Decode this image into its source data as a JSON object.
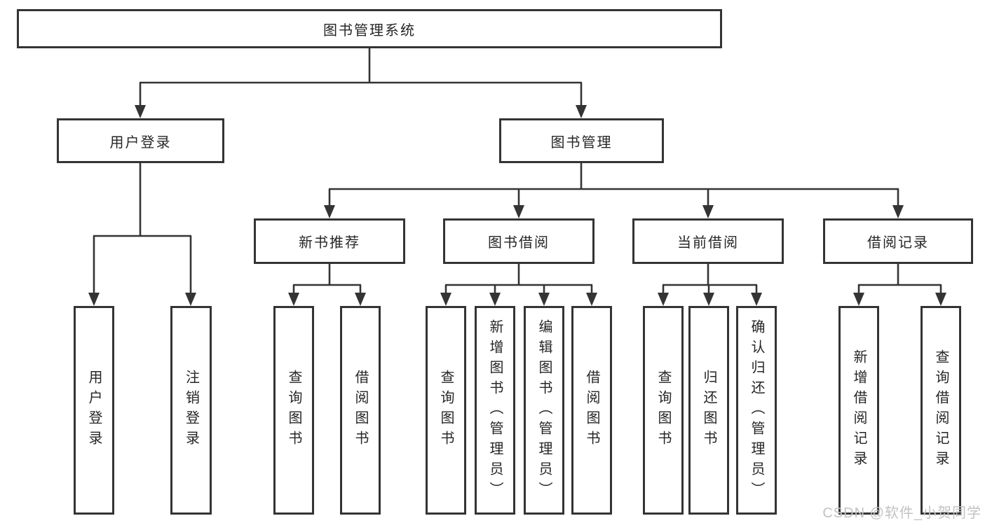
{
  "diagram": {
    "root": "图书管理系统",
    "user_login_branch": {
      "label": "用户登录",
      "children": [
        "用户登录",
        "注销登录"
      ]
    },
    "book_mgmt_branch": {
      "label": "图书管理",
      "sections": [
        {
          "label": "新书推荐",
          "children": [
            "查询图书",
            "借阅图书"
          ]
        },
        {
          "label": "图书借阅",
          "children": [
            "查询图书",
            "新增图书（管理员）",
            "编辑图书（管理员）",
            "借阅图书"
          ]
        },
        {
          "label": "当前借阅",
          "children": [
            "查询图书",
            "归还图书",
            "确认归还（管理员）"
          ]
        },
        {
          "label": "借阅记录",
          "children": [
            "新增借阅记录",
            "查询借阅记录"
          ]
        }
      ]
    }
  },
  "watermark": "CSDN @软件_小贺同学",
  "colors": {
    "line": "#343434",
    "box_border": "#343434",
    "text": "#262626",
    "background": "#ffffff",
    "watermark": "#c2c2c4"
  }
}
